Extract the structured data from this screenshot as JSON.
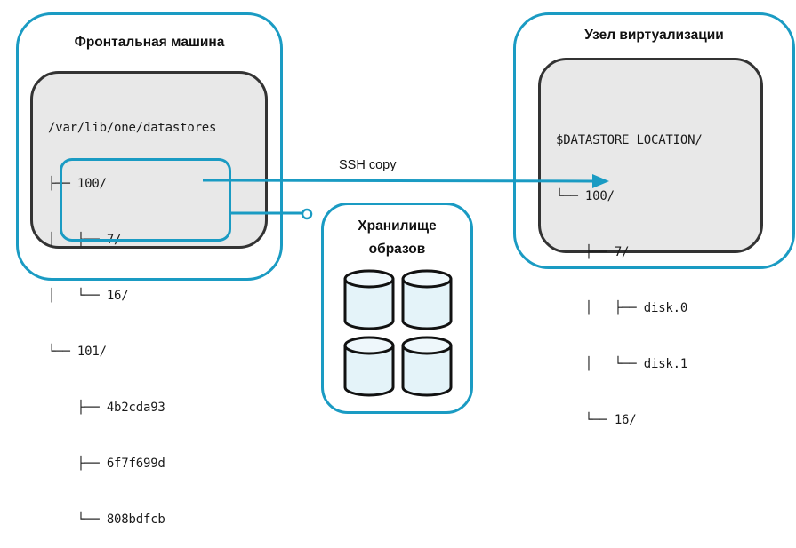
{
  "colors": {
    "accent": "#1a9bc3",
    "inner_border": "#333333",
    "inner_fill": "#e8e8e8",
    "cylinder_fill": "#e4f3f9",
    "cylinder_stroke": "#111111"
  },
  "frontend": {
    "title": "Фронтальная машина",
    "tree": [
      "/var/lib/one/datastores",
      "├── 100/",
      "│   ├── 7/",
      "│   └── 16/",
      "└── 101/",
      "    ├── 4b2cda93",
      "    ├── 6f7f699d",
      "    └── 808bdfcb"
    ]
  },
  "host": {
    "title": "Узел виртуализации",
    "tree": [
      "$DATASTORE_LOCATION/",
      "└── 100/",
      "    ├── 7/",
      "    │   ├── disk.0",
      "    │   └── disk.1",
      "    └── 16/"
    ]
  },
  "storage": {
    "title_line1": "Хранилище",
    "title_line2": "образов",
    "cylinder_count": 4
  },
  "connection": {
    "label": "SSH copy"
  }
}
